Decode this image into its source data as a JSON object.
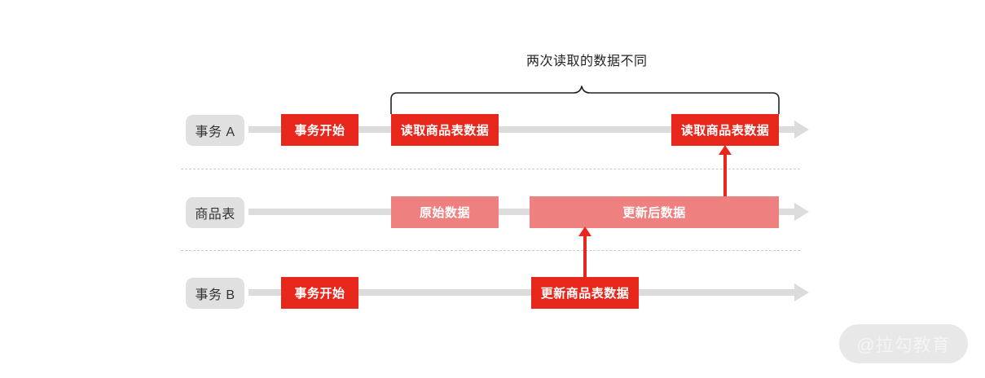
{
  "diagram": {
    "annotation": {
      "text": "两次读取的数据不同"
    },
    "rows": [
      {
        "id": "transaction-a",
        "label": "事务 A",
        "boxes": [
          {
            "id": "tx-a-begin",
            "label": "事务开始",
            "style": "solid"
          },
          {
            "id": "tx-a-read-1",
            "label": "读取商品表数据",
            "style": "solid"
          },
          {
            "id": "tx-a-read-2",
            "label": "读取商品表数据",
            "style": "solid"
          }
        ]
      },
      {
        "id": "product-table",
        "label": "商品表",
        "boxes": [
          {
            "id": "data-original",
            "label": "原始数据",
            "style": "soft"
          },
          {
            "id": "data-updated",
            "label": "更新后数据",
            "style": "soft"
          }
        ]
      },
      {
        "id": "transaction-b",
        "label": "事务 B",
        "boxes": [
          {
            "id": "tx-b-begin",
            "label": "事务开始",
            "style": "solid"
          },
          {
            "id": "tx-b-update",
            "label": "更新商品表数据",
            "style": "solid"
          }
        ]
      }
    ],
    "watermark": {
      "text": "@拉勾教育"
    },
    "colors": {
      "accent_solid": "#e8271c",
      "accent_soft": "#ef8080",
      "timeline": "#dcdcdc",
      "label_pill": "#e0e0e0",
      "divider": "#c9c9c9",
      "watermark_bg": "#e8e8e8"
    }
  }
}
